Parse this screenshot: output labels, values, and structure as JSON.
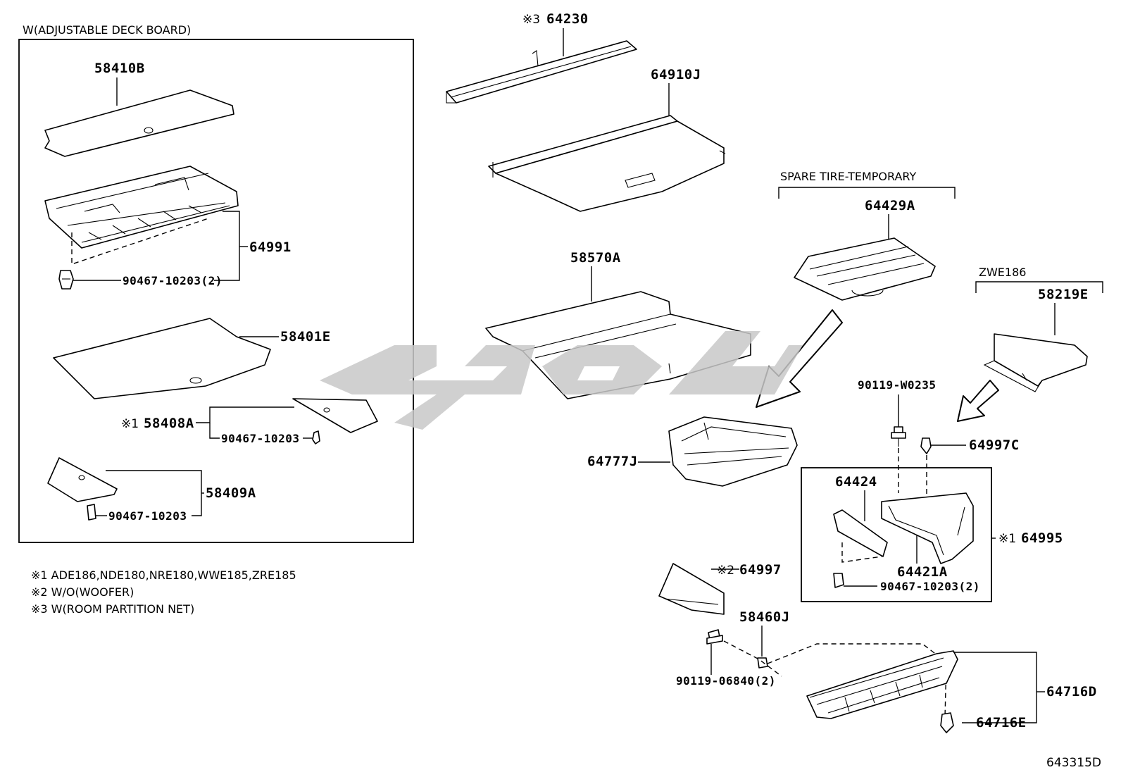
{
  "header_adjustable": "W(ADJUSTABLE DECK BOARD)",
  "header_spare_tire": "SPARE TIRE-TEMPORARY",
  "header_zwe": "ZWE186",
  "parts": {
    "p58410B": "58410B",
    "p64991": "64991",
    "p90467_10203_2a": "90467-10203(2)",
    "p58401E": "58401E",
    "p58408A": "58408A",
    "p90467_10203a": "90467-10203",
    "p58409A": "58409A",
    "p90467_10203b": "90467-10203",
    "p64230": "64230",
    "p64910J": "64910J",
    "p58570A": "58570A",
    "p64429A": "64429A",
    "p64777J": "64777J",
    "p58219E": "58219E",
    "p90119_W0235": "90119-W0235",
    "p64997C": "64997C",
    "p64424": "64424",
    "p64421A": "64421A",
    "p64995": "64995",
    "p90467_10203_2b": "90467-10203(2)",
    "p64997": "64997",
    "p58460J": "58460J",
    "p90119_06840_2": "90119-06840(2)",
    "p64716D": "64716D",
    "p64716E": "64716E"
  },
  "marks": {
    "m1": "※1",
    "m2": "※2",
    "m3": "※3"
  },
  "notes": [
    "※1 ADE186,NDE180,NRE180,WWE185,ZRE185",
    "※2 W/O(WOOFER)",
    "※3 W(ROOM PARTITION NET)"
  ],
  "figure_code": "643315D"
}
